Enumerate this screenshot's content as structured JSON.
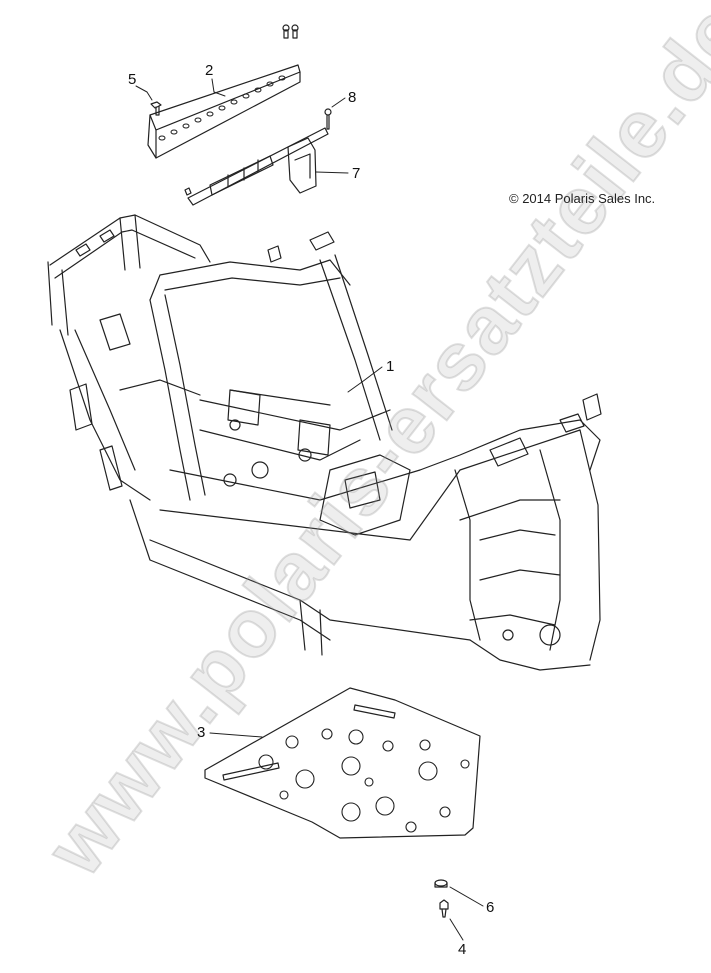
{
  "copyright": "© 2014 Polaris Sales Inc.",
  "watermark": "www.polaris-ersatzteile.de",
  "callouts": {
    "frame": "1",
    "bracket_bar": "2",
    "skid_plate": "3",
    "push_rivet": "4",
    "bolt_top": "5",
    "nut": "6",
    "mount_bracket": "7",
    "screw": "8"
  }
}
